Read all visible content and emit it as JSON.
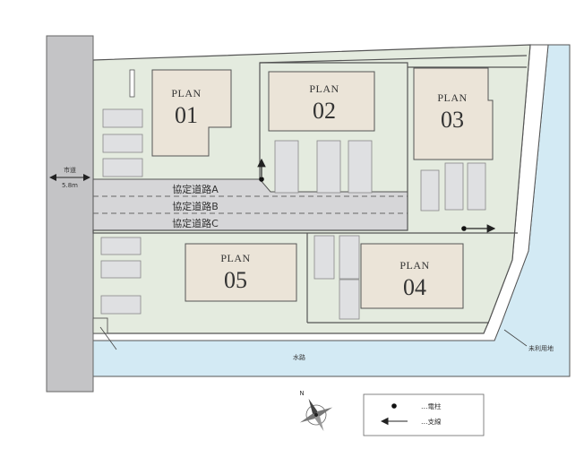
{
  "plans": [
    {
      "word": "PLAN",
      "number": "01"
    },
    {
      "word": "PLAN",
      "number": "02"
    },
    {
      "word": "PLAN",
      "number": "03"
    },
    {
      "word": "PLAN",
      "number": "04"
    },
    {
      "word": "PLAN",
      "number": "05"
    }
  ],
  "roads": {
    "a": "協定道路A",
    "b": "協定道路B",
    "c": "協定道路C"
  },
  "city_road": {
    "name": "市道",
    "width": "5.8m"
  },
  "waterway": "水路",
  "unused_land": "未利用地",
  "compass": {
    "north": "N"
  },
  "legend": {
    "pole": "…電柱",
    "guy_wire": "…支線"
  },
  "colors": {
    "lot_fill": "#e4ebdf",
    "building_fill": "#ebe4d8",
    "road_fill": "#d6d6d8",
    "city_road_fill": "#c4c4c6",
    "water_fill": "#d3eaf4",
    "parking_fill": "#dfe0e2"
  }
}
